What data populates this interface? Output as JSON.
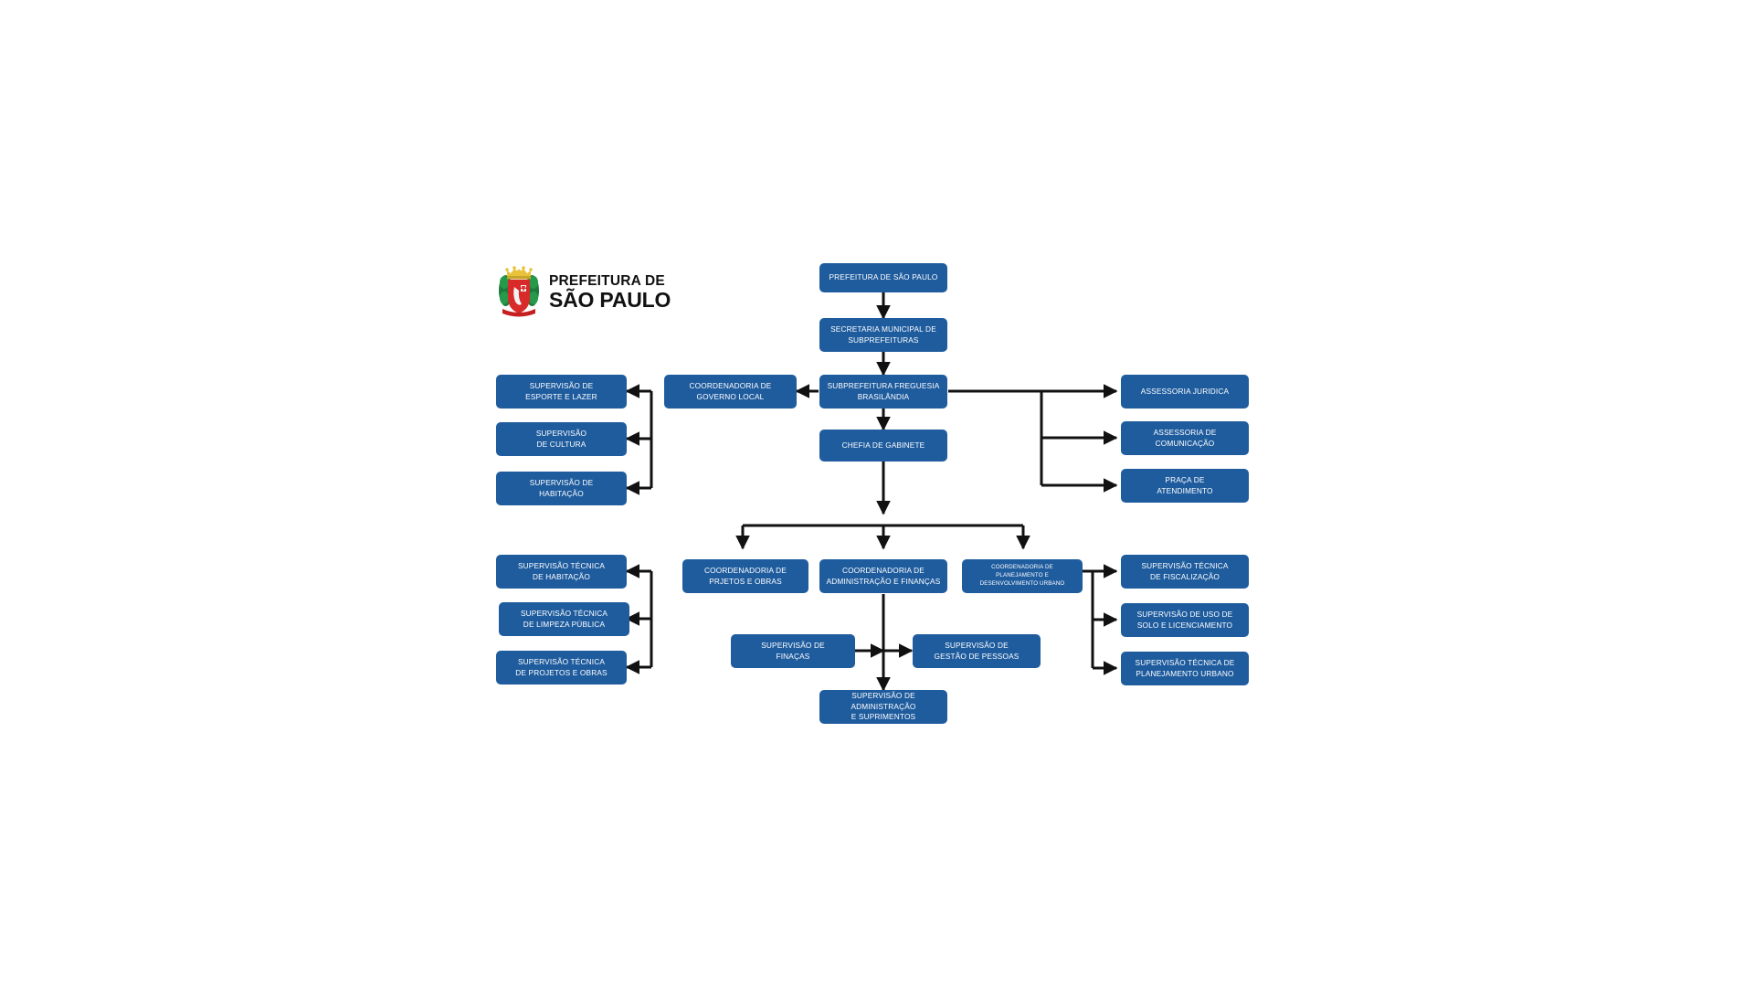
{
  "chart_data": {
    "type": "diagram",
    "title": "Organograma Subprefeitura Freguesia Brasilândia",
    "accent_color": "#1F5C9E",
    "line_color": "#111111",
    "background": "#ffffff"
  },
  "logo": {
    "icon": "sao-paulo-coat-of-arms",
    "line1": "PREFEITURA DE",
    "line2": "SÃO PAULO"
  },
  "nodes": {
    "prefeitura": "PREFEITURA DE SÃO PAULO",
    "secretaria": "SECRETARIA MUNICIPAL DE\nSUBPREFEITURAS",
    "subprefeitura": "SUBPREFEITURA FREGUESIA\nBRASILÂNDIA",
    "chefia": "CHEFIA DE GABINETE",
    "coord_governo": "COORDENADORIA DE\nGOVERNO LOCAL",
    "sup_esporte": "SUPERVISÃO DE\nESPORTE E LAZER",
    "sup_cultura": "SUPERVISÃO\nDE CULTURA",
    "sup_habitacao": "SUPERVISÃO DE\nHABITAÇÃO",
    "assessoria_juridica": "ASSESSORIA JURIDICA",
    "assessoria_comunicacao": "ASSESSORIA DE\nCOMUNICAÇÃO",
    "praca_atendimento": "PRAÇA DE\nATENDIMENTO",
    "coord_projetos": "COORDENADORIA DE\nPRJETOS E OBRAS",
    "coord_admin": "COORDENADORIA DE\nADMINISTRAÇÃO E FINANÇAS",
    "coord_planejamento": "COORDENADORIA DE\nPLANEJAMENTO E\nDESENVOLVIMENTO URBANO",
    "sup_tec_habitacao": "SUPERVISÃO TÉCNICA\nDE HABITAÇÃO",
    "sup_tec_limpeza": "SUPERVISÃO TÉCNICA\nDE LIMPEZA PÚBLICA",
    "sup_tec_projetos": "SUPERVISÃO TÉCNICA\nDE PROJETOS E OBRAS",
    "sup_tec_fiscalizacao": "SUPERVISÃO TÉCNICA\nDE FISCALIZAÇÃO",
    "sup_uso_solo": "SUPERVISÃO DE USO DE\nSOLO E LICENCIAMENTO",
    "sup_tec_planejamento": "SUPERVISÃO TÉCNICA DE\nPLANEJAMENTO URBANO",
    "sup_financas": "SUPERVISÃO DE\nFINAÇAS",
    "sup_gestao_pessoas": "SUPERVISÃO DE\nGESTÃO DE PESSOAS",
    "sup_admin_suprimentos": "SUPERVISÃO DE ADMINISTRAÇÃO\nE SUPRIMENTOS"
  }
}
